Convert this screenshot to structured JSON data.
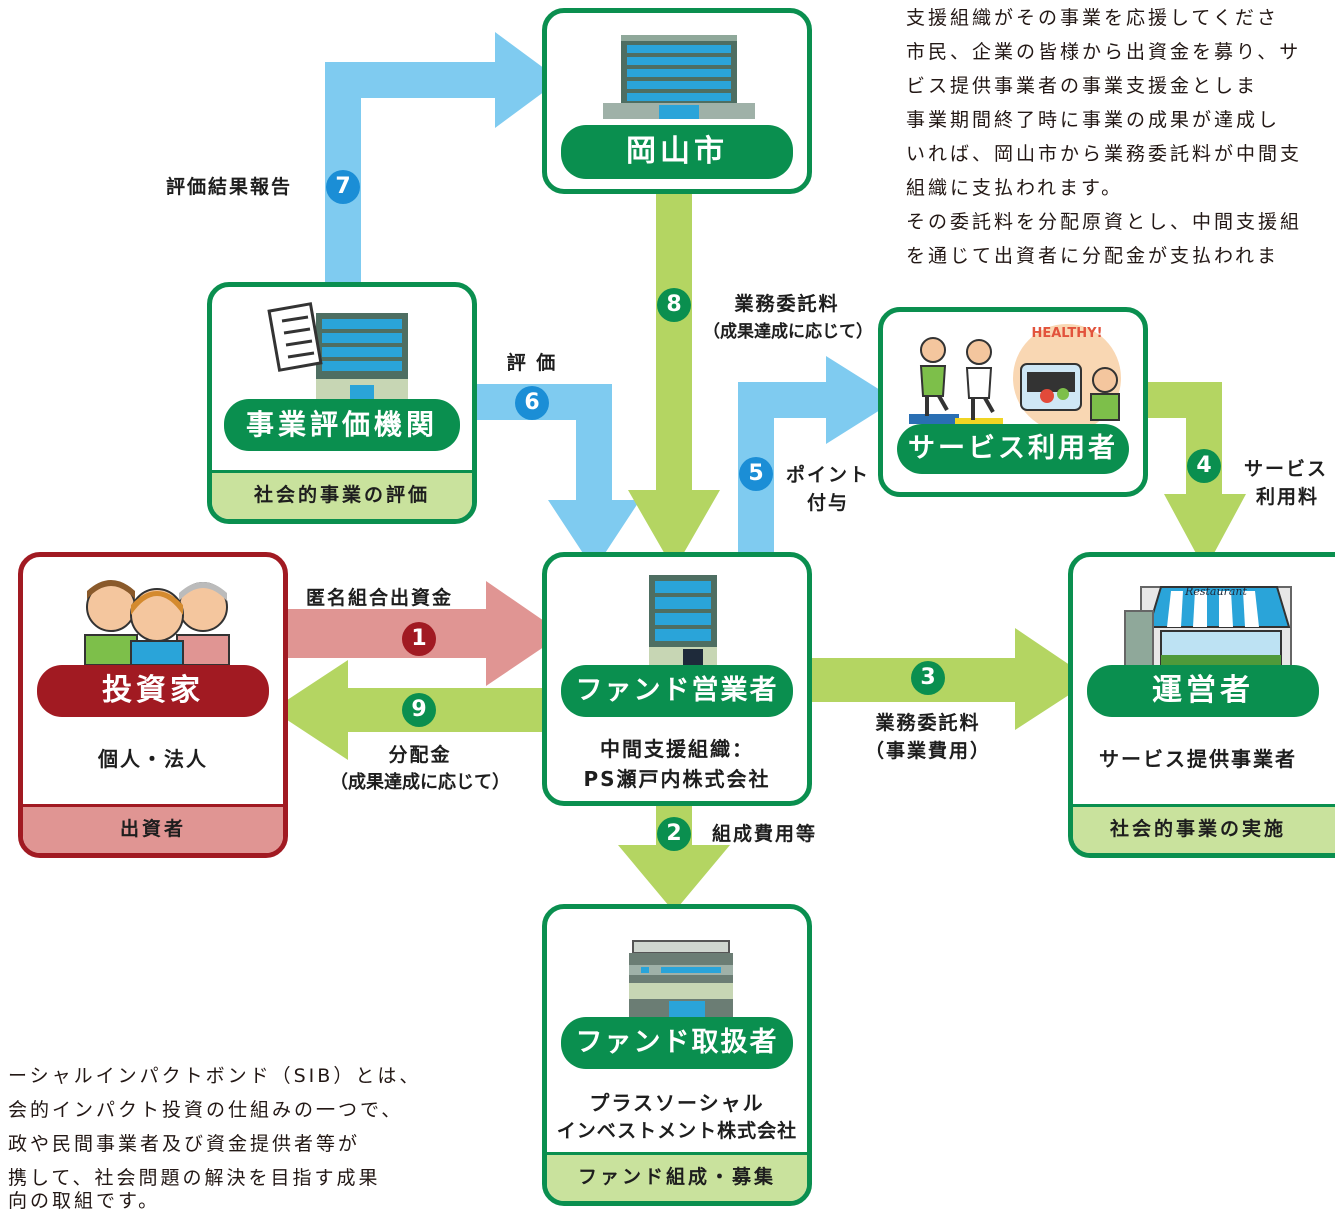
{
  "colors": {
    "green": "#0a8f4f",
    "red": "#a11a22",
    "blue_arrow": "#7fcbf0",
    "green_arrow": "#b4d562",
    "red_arrow": "#e09593"
  },
  "nodes": {
    "okayama": {
      "title": "岡山市"
    },
    "evaluator": {
      "title": "事業評価機関",
      "role": "社会的事業の評価"
    },
    "service_user": {
      "title": "サービス利用者",
      "sign": "HEALTHY!"
    },
    "investor": {
      "title": "投資家",
      "subtitle": "個人・法人",
      "role": "出資者"
    },
    "fund_operator": {
      "title": "ファンド営業者",
      "subtitle_line1": "中間支援組織：",
      "subtitle_line2": "PS瀬戸内株式会社"
    },
    "operator": {
      "title": "運営者",
      "subtitle": "サービス提供事業者",
      "role": "社会的事業の実施",
      "sign": "Restaurant"
    },
    "fund_handler": {
      "title": "ファンド取扱者",
      "subtitle_line1": "プラスソーシャル",
      "subtitle_line2": "インベストメント株式会社",
      "role": "ファンド組成・募集"
    }
  },
  "flows": [
    {
      "num": "1",
      "label_line1": "匿名組合出資金",
      "label_line2": ""
    },
    {
      "num": "2",
      "label_line1": "組成費用等",
      "label_line2": ""
    },
    {
      "num": "3",
      "label_line1": "業務委託料",
      "label_line2": "（事業費用）"
    },
    {
      "num": "4",
      "label_line1": "サービス",
      "label_line2": "利用料"
    },
    {
      "num": "5",
      "label_line1": "ポイント",
      "label_line2": "付与"
    },
    {
      "num": "6",
      "label_line1": "評 価",
      "label_line2": ""
    },
    {
      "num": "7",
      "label_line1": "評価結果報告",
      "label_line2": ""
    },
    {
      "num": "8",
      "label_line1": "業務委託料",
      "label_line2": "（成果達成に応じて）"
    },
    {
      "num": "9",
      "label_line1": "分配金",
      "label_line2": "（成果達成に応じて）"
    }
  ],
  "text_top_right": [
    "支援組織がその事業を応援してくださ",
    "市民、企業の皆様から出資金を募り、サ",
    "ビス提供事業者の事業支援金としま",
    "事業期間終了時に事業の成果が達成し",
    "いれば、岡山市から業務委託料が中間支",
    "組織に支払われます。",
    "その委託料を分配原資とし、中間支援組",
    "を通じて出資者に分配金が支払われま"
  ],
  "text_bottom_left": [
    "ーシャルインパクトボンド（SIB）とは、",
    "会的インパクト投資の仕組みの一つで、",
    "政や民間事業者及び資金提供者等が",
    "携して、社会問題の解決を目指す成果",
    "向の取組です。"
  ]
}
